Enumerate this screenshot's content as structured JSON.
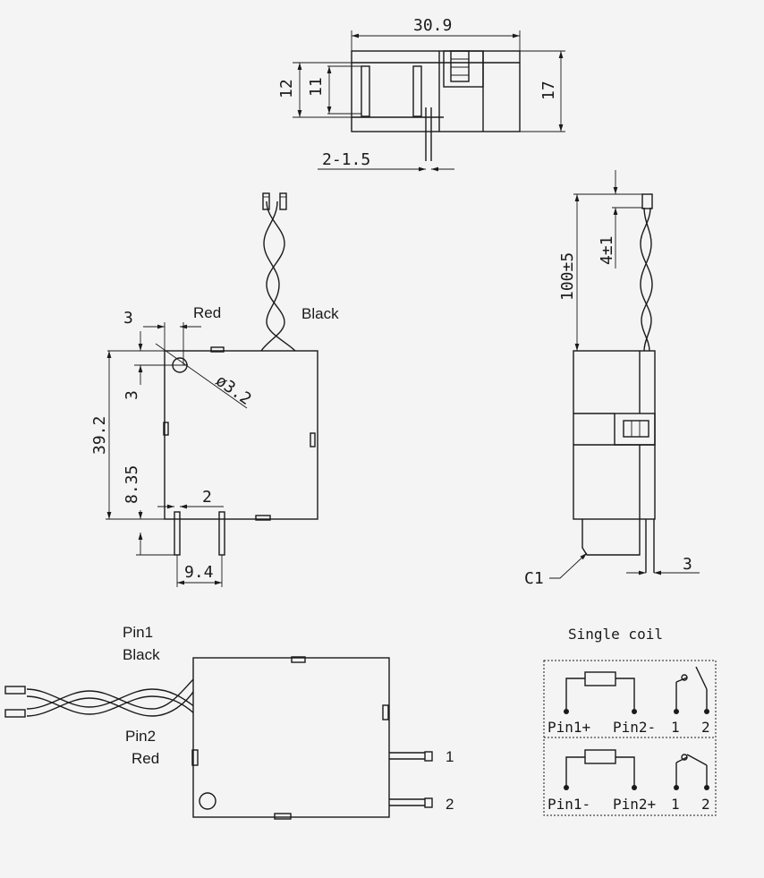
{
  "top_view": {
    "dim_width": "30.9",
    "dim_height_12": "12",
    "dim_height_11": "11",
    "dim_height_17": "17",
    "dim_pin": "2-1.5"
  },
  "front_view": {
    "label_red": "Red",
    "label_black": "Black",
    "dim_3_top": "3",
    "dim_3_left": "3",
    "dim_hole": "ø3.2",
    "dim_height": "39.2",
    "dim_8_35": "8.35",
    "dim_2": "2",
    "dim_9_4": "9.4"
  },
  "side_view": {
    "dim_100": "100±5",
    "dim_4": "4±1",
    "dim_c1": "C1",
    "dim_3": "3"
  },
  "bottom_view": {
    "pin1_label": "Pin1",
    "pin1_color": "Black",
    "pin2_label": "Pin2",
    "pin2_color": "Red",
    "terminal_1": "1",
    "terminal_2": "2"
  },
  "schematic": {
    "title": "Single coil",
    "row1_left": "Pin1+",
    "row1_right": "Pin2-",
    "row1_t1": "1",
    "row1_t2": "2",
    "row2_left": "Pin1-",
    "row2_right": "Pin2+",
    "row2_t1": "1",
    "row2_t2": "2"
  }
}
